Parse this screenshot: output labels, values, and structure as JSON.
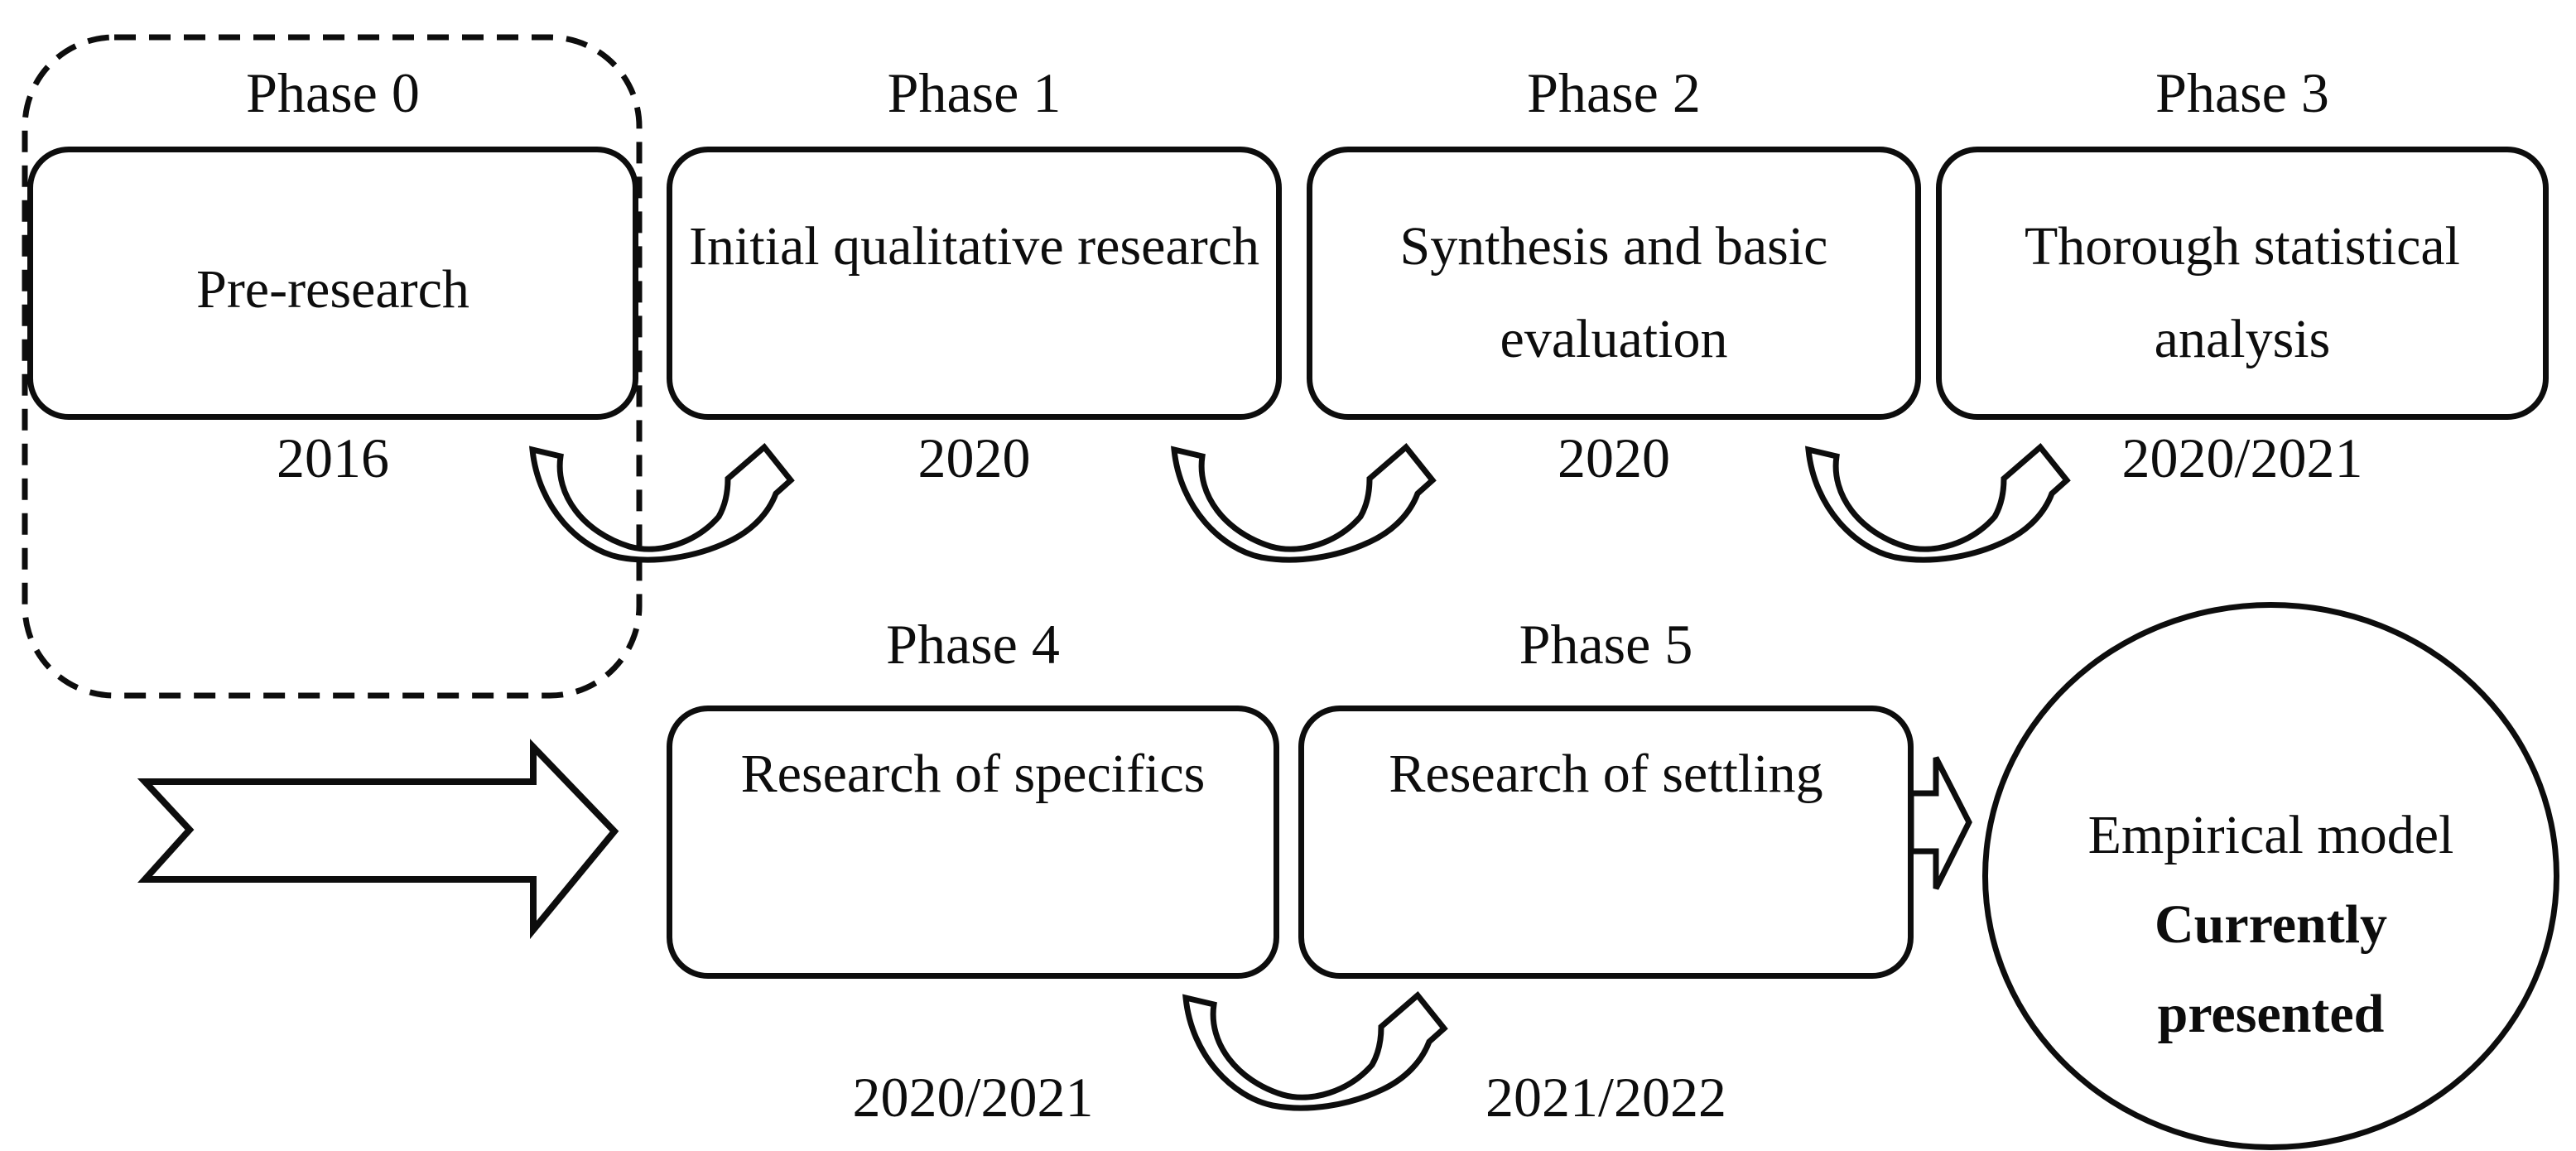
{
  "diagram": {
    "phases": [
      {
        "label": "Phase 0",
        "lines": [
          "Pre-research",
          ""
        ],
        "date": "2016"
      },
      {
        "label": "Phase 1",
        "lines": [
          "Initial qualitative research",
          ""
        ],
        "date": "2020"
      },
      {
        "label": "Phase 2",
        "lines": [
          "Synthesis and basic",
          "evaluation"
        ],
        "date": "2020"
      },
      {
        "label": "Phase 3",
        "lines": [
          "Thorough statistical",
          "analysis"
        ],
        "date": "2020/2021"
      },
      {
        "label": "Phase 4",
        "lines": [
          "Research of specifics",
          ""
        ],
        "date": "2020/2021"
      },
      {
        "label": "Phase 5",
        "lines": [
          "Research of settling",
          ""
        ],
        "date": "2021/2022"
      }
    ],
    "result": {
      "line1": "Empirical model",
      "line2": "Currently",
      "line3": "presented"
    },
    "icons": {
      "flow_arrow": "curved-swoosh-arrow",
      "continuation_arrow": "block-arrow-right",
      "output_arrow": "small-block-arrow-right"
    },
    "colors": {
      "ink": "#0d0d0d",
      "background": "#ffffff"
    }
  }
}
